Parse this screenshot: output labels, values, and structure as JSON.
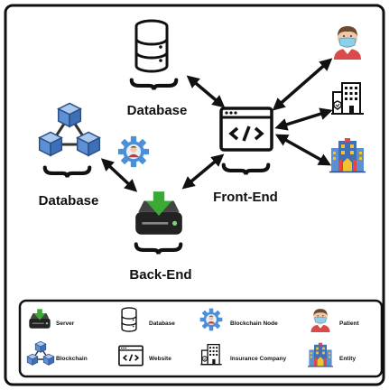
{
  "nodes": {
    "database_top": {
      "label": "Database",
      "icon": "database-icon"
    },
    "database_left": {
      "label": "Database",
      "icon": "blockchain-icon"
    },
    "frontend": {
      "label": "Front-End",
      "icon": "website-icon"
    },
    "backend": {
      "label": "Back-End",
      "icon": "server-icon"
    },
    "blockchain_node": {
      "icon": "blockchain-node-icon"
    },
    "patient": {
      "icon": "patient-icon"
    },
    "insurance": {
      "icon": "insurance-company-icon"
    },
    "entity": {
      "icon": "entity-icon"
    }
  },
  "legend": {
    "items": [
      {
        "label": "Server",
        "icon": "server-icon"
      },
      {
        "label": "Database",
        "icon": "database-icon"
      },
      {
        "label": "Blockchain Node",
        "icon": "blockchain-node-icon"
      },
      {
        "label": "Patient",
        "icon": "patient-icon"
      },
      {
        "label": "Blockchain",
        "icon": "blockchain-icon"
      },
      {
        "label": "Website",
        "icon": "website-icon"
      },
      {
        "label": "Insurance Company",
        "icon": "insurance-company-icon"
      },
      {
        "label": "Entity",
        "icon": "entity-icon"
      }
    ]
  },
  "colors": {
    "frame": "#111111",
    "server_arrow": "#3aaa35",
    "blockchain_blue": "#5b8fd6",
    "gear": "#4a90d9",
    "mask": "#8fd0e8",
    "entity_yellow": "#f2c230"
  }
}
